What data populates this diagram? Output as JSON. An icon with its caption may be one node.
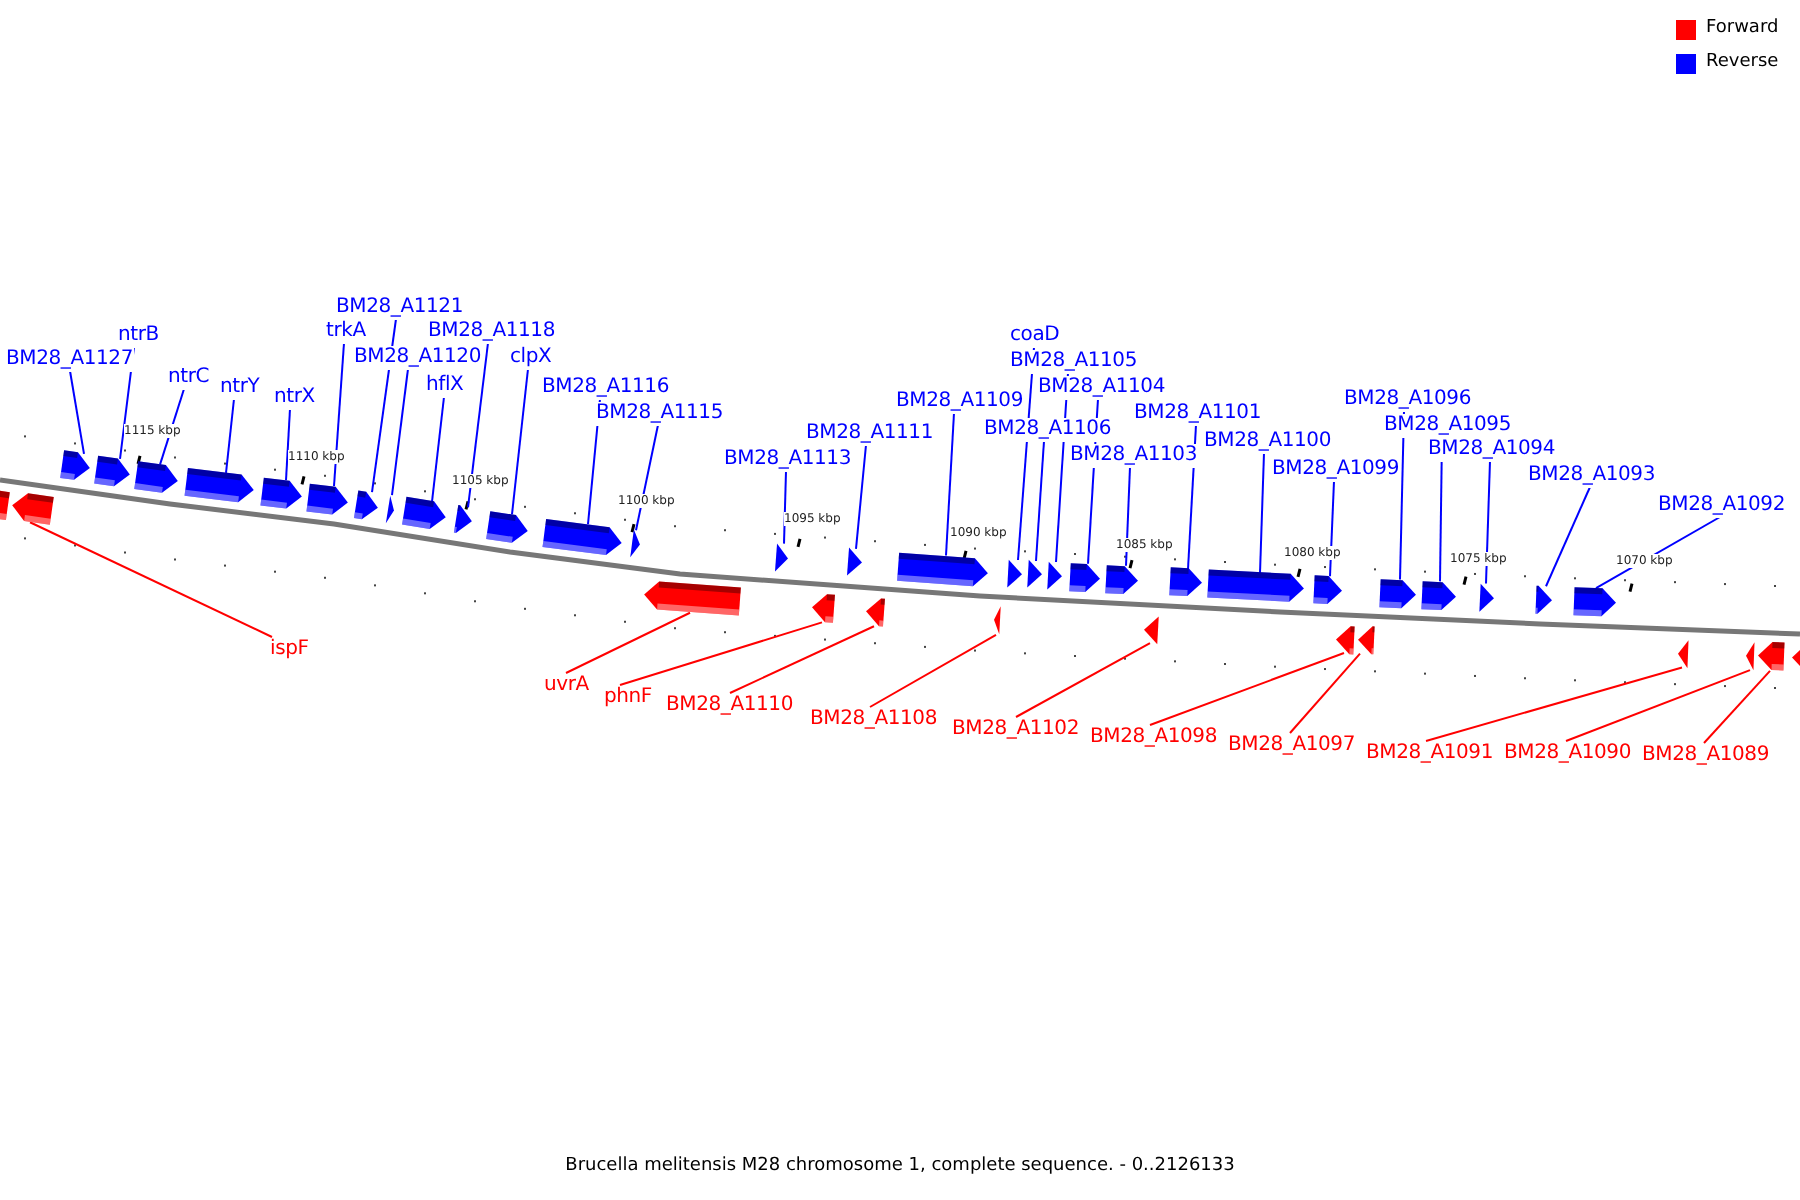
{
  "diagram": {
    "caption": "Brucella melitensis M28 chromosome 1, complete sequence. - 0..2126133",
    "nodes": [
      {
        "text": [
          "BM28_A1127"
        ]
      },
      {
        "text": [
          "ntrB"
        ]
      },
      {
        "text": [
          "ntrC"
        ]
      },
      {
        "text": [
          "ntrY"
        ]
      },
      {
        "text": [
          "ntrX"
        ]
      },
      {
        "text": [
          "trkA"
        ]
      },
      {
        "text": [
          "BM28_A1121"
        ]
      },
      {
        "text": [
          "BM28_A1120"
        ]
      },
      {
        "text": [
          "hflX"
        ]
      },
      {
        "text": [
          "BM28_A1118"
        ]
      },
      {
        "text": [
          "clpX"
        ]
      },
      {
        "text": [
          "BM28_A1116"
        ]
      },
      {
        "text": [
          "BM28_A1115"
        ]
      },
      {
        "text": [
          "BM28_A1113"
        ]
      },
      {
        "text": [
          "BM28_A1111"
        ]
      },
      {
        "text": [
          "BM28_A1109"
        ]
      },
      {
        "text": [
          "coaD"
        ]
      },
      {
        "text": [
          "BM28_A1106"
        ]
      },
      {
        "text": [
          "BM28_A1105"
        ]
      },
      {
        "text": [
          "BM28_A1104"
        ]
      },
      {
        "text": [
          "BM28_A1103"
        ]
      },
      {
        "text": [
          "BM28_A1101"
        ]
      },
      {
        "text": [
          "BM28_A1100"
        ]
      },
      {
        "text": [
          "BM28_A1099"
        ]
      },
      {
        "text": [
          "BM28_A1096"
        ]
      },
      {
        "text": [
          "BM28_A1095"
        ]
      },
      {
        "text": [
          "BM28_A1094"
        ]
      },
      {
        "text": [
          "BM28_A1093"
        ]
      },
      {
        "text": [
          "BM28_A1092"
        ]
      },
      {
        "text": [],
        "shape": "arrow"
      },
      {
        "text": [],
        "shape": "arrow"
      },
      {
        "text": [],
        "shape": "arrow"
      },
      {
        "text": [],
        "shape": "arrow"
      },
      {
        "text": [],
        "shape": "arrow"
      },
      {
        "text": [],
        "shape": "arrow"
      },
      {
        "text": [],
        "shape": "arrow"
      },
      {
        "text": [],
        "shape": "arrow"
      },
      {
        "text": [],
        "shape": "arrow"
      },
      {
        "text": [],
        "shape": "arrow"
      },
      {
        "text": [],
        "shape": "arrow"
      },
      {
        "text": [],
        "shape": "arrow"
      },
      {
        "text": [],
        "shape": "arrow"
      },
      {
        "text": [],
        "shape": "arrow"
      },
      {
        "text": [],
        "shape": "arrow"
      },
      {
        "text": [],
        "shape": "arrow"
      },
      {
        "text": [],
        "shape": "arrow"
      },
      {
        "text": [],
        "shape": "arrow"
      },
      {
        "text": [],
        "shape": "arrow"
      },
      {
        "text": [],
        "shape": "arrow"
      },
      {
        "text": [],
        "shape": "arrow"
      },
      {
        "text": [],
        "shape": "arrow"
      },
      {
        "text": [],
        "shape": "arrow"
      },
      {
        "text": [],
        "shape": "arrow"
      },
      {
        "text": [],
        "shape": "arrow"
      },
      {
        "text": [],
        "shape": "arrow"
      },
      {
        "text": [],
        "shape": "arrow"
      },
      {
        "text": [],
        "shape": "arrow"
      },
      {
        "text": [],
        "shape": "arrow"
      },
      {
        "text": [],
        "shape": "arrow"
      },
      {
        "text": [],
        "shape": "arrow"
      },
      {
        "text": [],
        "shape": "arrow"
      },
      {
        "text": [],
        "shape": "arrow"
      },
      {
        "text": [],
        "shape": "arrow"
      },
      {
        "text": [],
        "shape": "arrow"
      },
      {
        "text": [],
        "shape": "arrow"
      },
      {
        "text": [],
        "shape": "arrow"
      },
      {
        "text": [],
        "shape": "arrow"
      },
      {
        "text": [],
        "shape": "arrow"
      },
      {
        "text": [],
        "shape": "arrow"
      },
      {
        "text": [],
        "shape": "arrow"
      },
      {
        "text": [],
        "shape": "arrow"
      },
      {
        "text": [
          "ispF"
        ]
      },
      {
        "text": [
          "uvrA"
        ]
      },
      {
        "text": [
          "phnF"
        ]
      },
      {
        "text": [
          "BM28_A1110"
        ]
      },
      {
        "text": [
          "BM28_A1108"
        ]
      },
      {
        "text": [
          "BM28_A1102"
        ]
      },
      {
        "text": [
          "BM28_A1098"
        ]
      },
      {
        "text": [
          "BM28_A1097"
        ]
      },
      {
        "text": [
          "BM28_A1091"
        ]
      },
      {
        "text": [
          "BM28_A1090"
        ]
      },
      {
        "text": [
          "BM28_A1089"
        ]
      }
    ],
    "edges": [
      {
        "from": 0,
        "to": 29,
        "arrow": "none"
      },
      {
        "from": 1,
        "to": 30,
        "arrow": "none"
      },
      {
        "from": 2,
        "to": 31,
        "arrow": "none"
      },
      {
        "from": 3,
        "to": 32,
        "arrow": "none"
      },
      {
        "from": 4,
        "to": 33,
        "arrow": "none"
      },
      {
        "from": 5,
        "to": 34,
        "arrow": "none"
      },
      {
        "from": 6,
        "to": 35,
        "arrow": "none"
      },
      {
        "from": 7,
        "to": 36,
        "arrow": "none"
      },
      {
        "from": 8,
        "to": 37,
        "arrow": "none"
      },
      {
        "from": 9,
        "to": 38,
        "arrow": "none"
      },
      {
        "from": 10,
        "to": 39,
        "arrow": "none"
      },
      {
        "from": 11,
        "to": 40,
        "arrow": "none"
      },
      {
        "from": 12,
        "to": 41,
        "arrow": "none"
      },
      {
        "from": 13,
        "to": 42,
        "arrow": "none"
      },
      {
        "from": 14,
        "to": 43,
        "arrow": "none"
      },
      {
        "from": 15,
        "to": 44,
        "arrow": "none"
      },
      {
        "from": 16,
        "to": 45,
        "arrow": "none"
      },
      {
        "from": 17,
        "to": 46,
        "arrow": "none"
      },
      {
        "from": 18,
        "to": 47,
        "arrow": "none"
      },
      {
        "from": 19,
        "to": 48,
        "arrow": "none"
      },
      {
        "from": 20,
        "to": 49,
        "arrow": "none"
      },
      {
        "from": 21,
        "to": 50,
        "arrow": "none"
      },
      {
        "from": 22,
        "to": 51,
        "arrow": "none"
      },
      {
        "from": 23,
        "to": 52,
        "arrow": "none"
      },
      {
        "from": 24,
        "to": 53,
        "arrow": "none"
      },
      {
        "from": 25,
        "to": 54,
        "arrow": "none"
      },
      {
        "from": 26,
        "to": 55,
        "arrow": "none"
      },
      {
        "from": 27,
        "to": 56,
        "arrow": "none"
      },
      {
        "from": 28,
        "to": 57,
        "arrow": "none"
      },
      {
        "from": 71,
        "to": 59,
        "arrow": "none",
        "color": "#ff0000"
      },
      {
        "from": 72,
        "to": 60,
        "arrow": "none",
        "color": "#ff0000"
      },
      {
        "from": 73,
        "to": 61,
        "arrow": "none",
        "color": "#ff0000"
      },
      {
        "from": 74,
        "to": 62,
        "arrow": "none",
        "color": "#ff0000"
      },
      {
        "from": 75,
        "to": 63,
        "arrow": "none",
        "color": "#ff0000"
      },
      {
        "from": 76,
        "to": 64,
        "arrow": "none",
        "color": "#ff0000"
      },
      {
        "from": 77,
        "to": 65,
        "arrow": "none",
        "color": "#ff0000"
      },
      {
        "from": 78,
        "to": 66,
        "arrow": "none",
        "color": "#ff0000"
      },
      {
        "from": 79,
        "to": 67,
        "arrow": "none",
        "color": "#ff0000"
      },
      {
        "from": 80,
        "to": 68,
        "arrow": "none",
        "color": "#ff0000"
      },
      {
        "from": 81,
        "to": 69,
        "arrow": "none",
        "color": "#ff0000"
      }
    ],
    "labels": [
      "1115 kbp",
      "1110 kbp",
      "1105 kbp",
      "1100 kbp",
      "1095 kbp",
      "1090 kbp",
      "1085 kbp",
      "1080 kbp",
      "1075 kbp",
      "1070 kbp"
    ],
    "legend": [
      {
        "text": "Forward",
        "color": "#ff0000"
      },
      {
        "text": "Reverse",
        "color": "#0000ff"
      }
    ]
  }
}
